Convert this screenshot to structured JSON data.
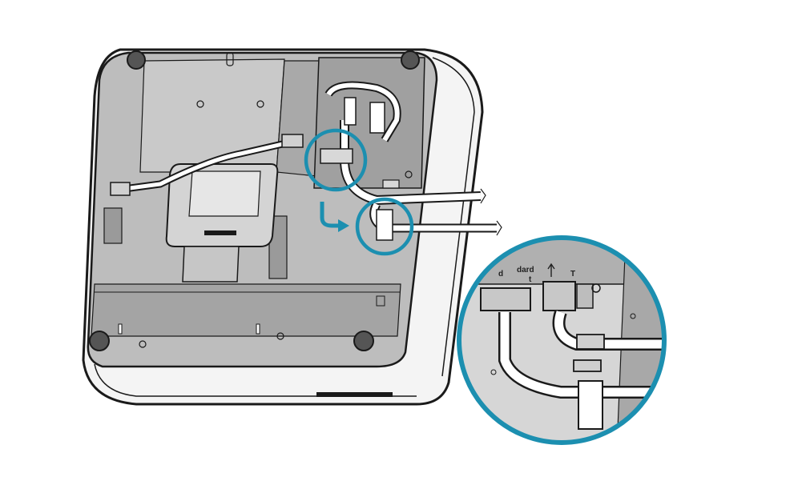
{
  "diagram": {
    "callout_colors": {
      "ring": "#1c8fb0",
      "arrow": "#1c8fb0"
    },
    "device_colors": {
      "outline": "#1a1a1a",
      "panel": "#b9b9b9",
      "panel_dark": "#8e8e8e",
      "body": "#f4f4f4",
      "cable": "#ffffff"
    },
    "zoom_labels": {
      "left": "d",
      "mid": "dard",
      "mid2": "t",
      "right": "T"
    },
    "icons": [
      "arrow-curve-icon",
      "usb-icon"
    ]
  }
}
